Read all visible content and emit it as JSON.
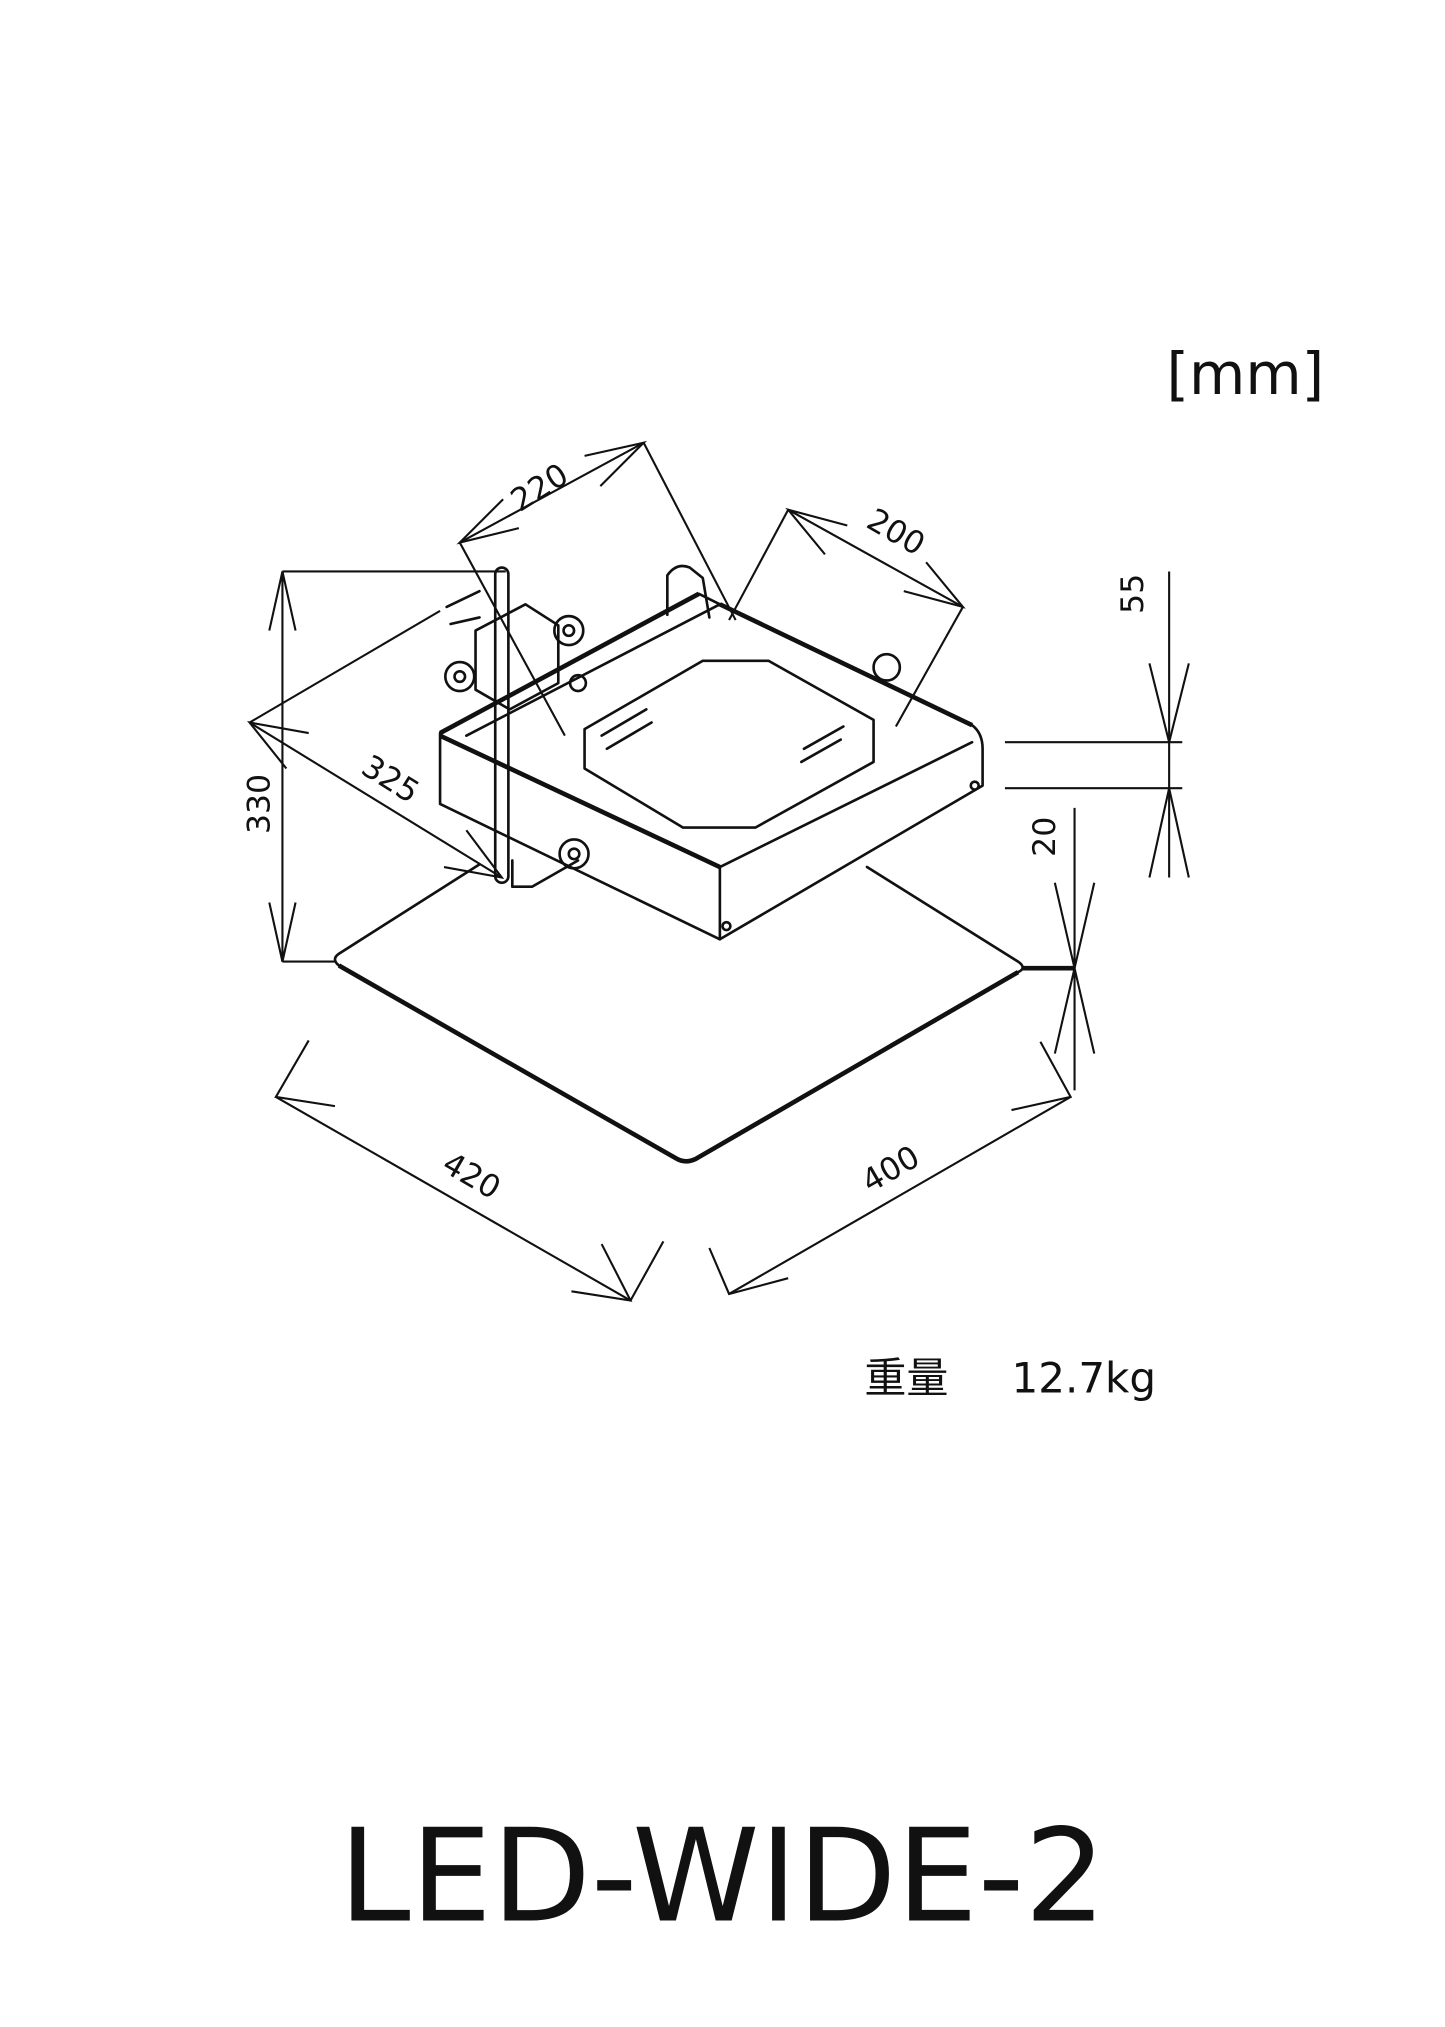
{
  "units_label": "[mm]",
  "dimensions": {
    "d220": "220",
    "d200": "200",
    "d55": "55",
    "d330": "330",
    "d325": "325",
    "d20": "20",
    "d420": "420",
    "d400": "400"
  },
  "weight": {
    "label": "重量",
    "value": "12.7kg"
  },
  "model_name": "LED-WIDE-2"
}
